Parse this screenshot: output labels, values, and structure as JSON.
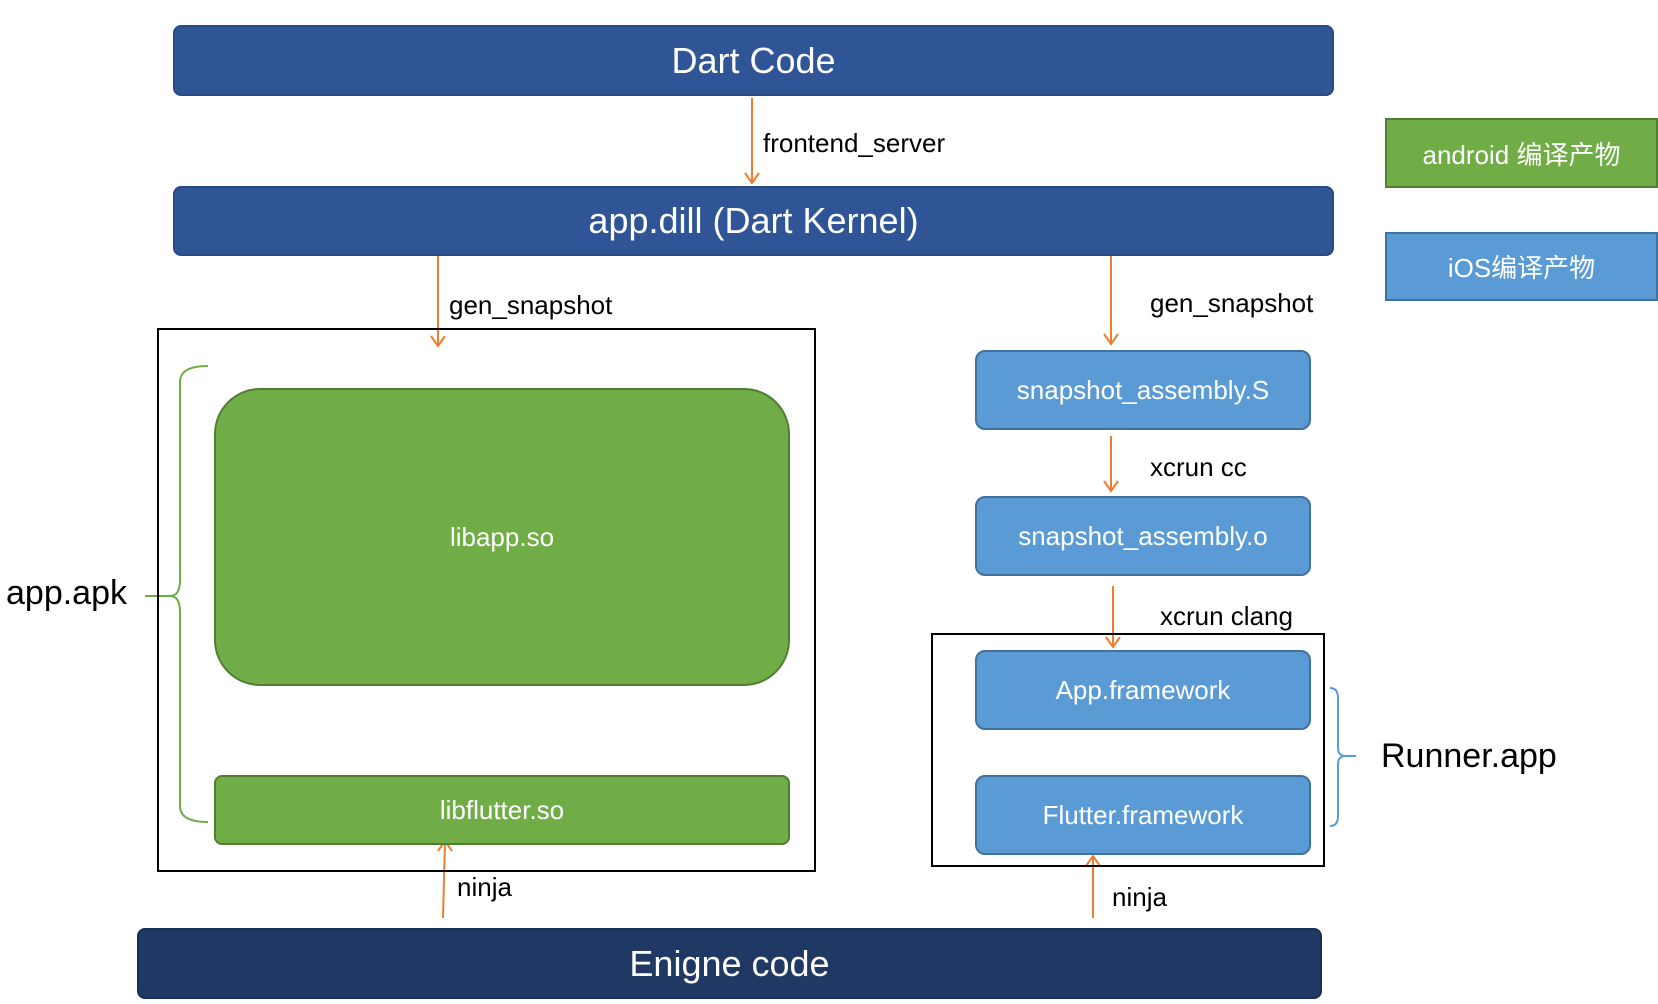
{
  "nodes": {
    "dart_code": "Dart Code",
    "app_dill": "app.dill (Dart Kernel)",
    "libapp": "libapp.so",
    "libflutter": "libflutter.so",
    "snapshot_s": "snapshot_assembly.S",
    "snapshot_o": "snapshot_assembly.o",
    "app_framework": "App.framework",
    "flutter_framework": "Flutter.framework",
    "engine_code": "Enigne code"
  },
  "edges": {
    "frontend_server": "frontend_server",
    "gen_snapshot_android": "gen_snapshot",
    "gen_snapshot_ios": "gen_snapshot",
    "xcrun_cc": "xcrun cc",
    "xcrun_clang": "xcrun clang",
    "ninja_android": "ninja",
    "ninja_ios": "ninja"
  },
  "groups": {
    "apk": "app.apk",
    "runner": "Runner.app"
  },
  "legend": {
    "android": "android 编译产物",
    "ios": "iOS编译产物"
  },
  "colors": {
    "arrow": "#ed7d31",
    "android": "#70ad47",
    "ios": "#5b9bd5",
    "kernel": "#2f5597",
    "engine": "#1f3864"
  }
}
